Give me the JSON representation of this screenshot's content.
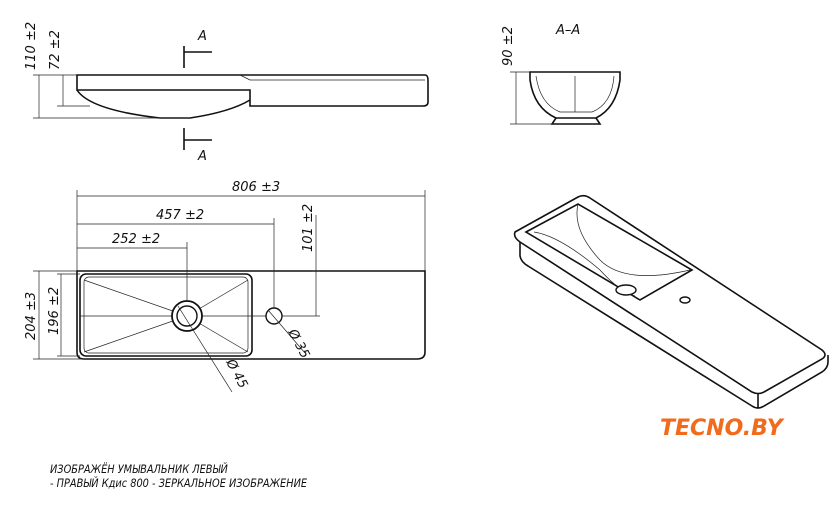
{
  "section_label": "A",
  "section_title": "A–A",
  "dimensions": {
    "side_total_height": "110 ±2",
    "side_bowl_height": "72 ±2",
    "section_depth": "90 ±2",
    "overall_length": "806 ±3",
    "tap_hole_offset": "457 ±2",
    "drain_offset": "252 ±2",
    "tap_hole_from_back": "101 ±2",
    "overall_width": "204 ±3",
    "bowl_width": "196 ±2",
    "tap_hole_diameter": "Ø 35",
    "drain_diameter": "Ø 45"
  },
  "notes": [
    "ИЗОБРАЖЁН УМЫВАЛЬНИК ЛЕВЫЙ",
    "- ПРАВЫЙ Кдис 800 - ЗЕРКАЛЬНОЕ ИЗОБРАЖЕНИЕ"
  ],
  "logo": "TECNO.BY",
  "colors": {
    "logo": "#f26a1b",
    "lines": "#111111"
  }
}
